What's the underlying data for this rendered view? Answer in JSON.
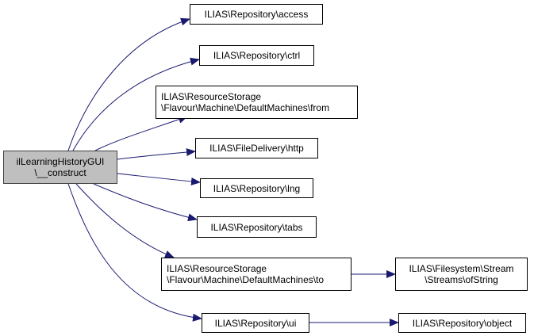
{
  "colors": {
    "edge": "#191970",
    "root_fill": "#bfbfbf",
    "node_fill": "#ffffff",
    "border": "#000000"
  },
  "nodes": {
    "root": {
      "lines": [
        "ilLearningHistoryGUI",
        "\\__construct"
      ]
    },
    "access": {
      "lines": [
        "ILIAS\\Repository\\access"
      ]
    },
    "ctrl": {
      "lines": [
        "ILIAS\\Repository\\ctrl"
      ]
    },
    "from": {
      "lines": [
        "ILIAS\\ResourceStorage",
        "\\Flavour\\Machine\\DefaultMachines\\from"
      ]
    },
    "http": {
      "lines": [
        "ILIAS\\FileDelivery\\http"
      ]
    },
    "lng": {
      "lines": [
        "ILIAS\\Repository\\lng"
      ]
    },
    "tabs": {
      "lines": [
        "ILIAS\\Repository\\tabs"
      ]
    },
    "to": {
      "lines": [
        "ILIAS\\ResourceStorage",
        "\\Flavour\\Machine\\DefaultMachines\\to"
      ]
    },
    "ofString": {
      "lines": [
        "ILIAS\\Filesystem\\Stream",
        "\\Streams\\ofString"
      ]
    },
    "ui": {
      "lines": [
        "ILIAS\\Repository\\ui"
      ]
    },
    "object": {
      "lines": [
        "ILIAS\\Repository\\object"
      ]
    }
  },
  "edges": [
    {
      "from": "root",
      "to": "access"
    },
    {
      "from": "root",
      "to": "ctrl"
    },
    {
      "from": "root",
      "to": "from"
    },
    {
      "from": "root",
      "to": "http"
    },
    {
      "from": "root",
      "to": "lng"
    },
    {
      "from": "root",
      "to": "tabs"
    },
    {
      "from": "root",
      "to": "to"
    },
    {
      "from": "root",
      "to": "ui"
    },
    {
      "from": "to",
      "to": "ofString"
    },
    {
      "from": "ui",
      "to": "object"
    }
  ]
}
